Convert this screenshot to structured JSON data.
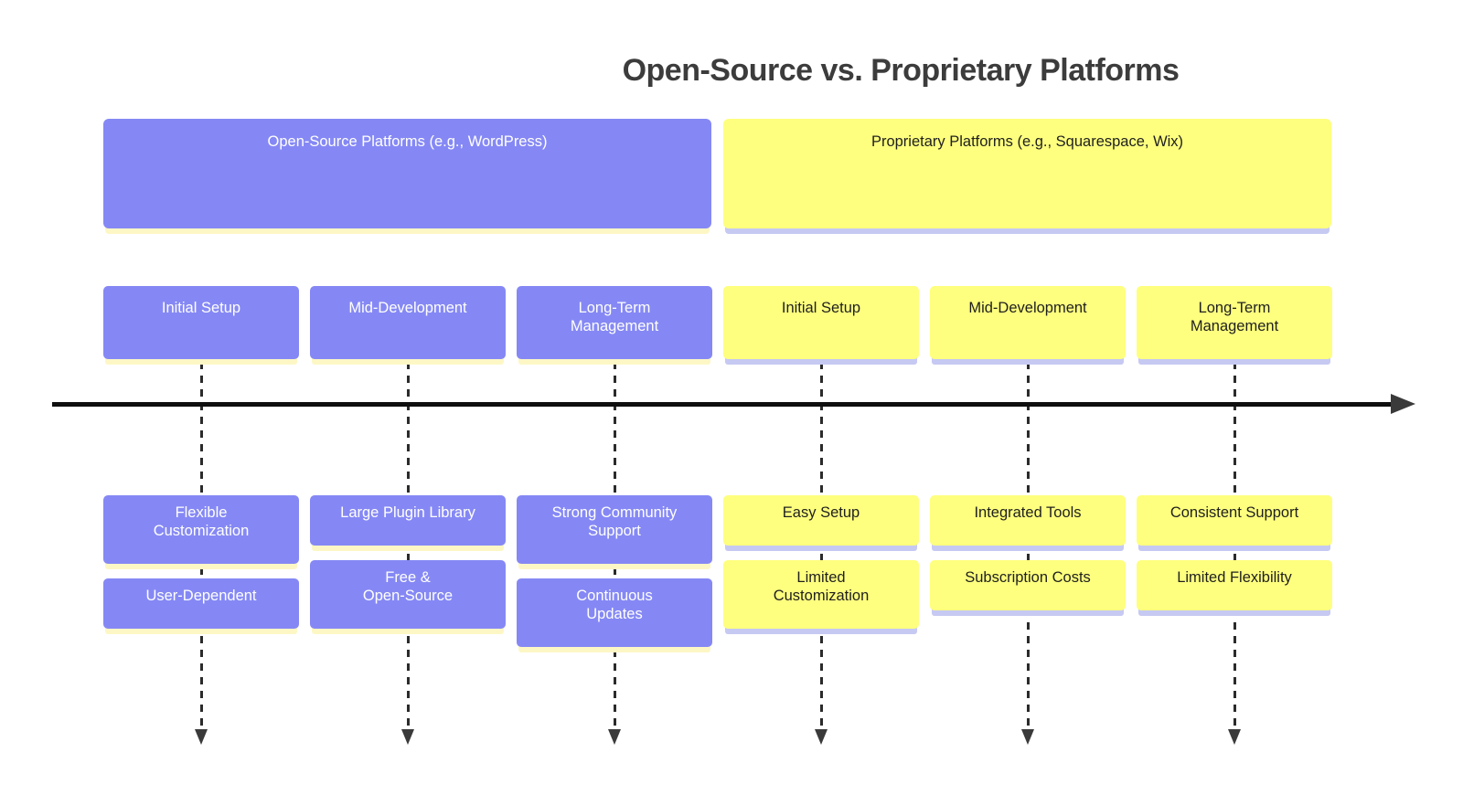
{
  "title": "Open-Source vs. Proprietary Platforms",
  "colors": {
    "open_source_fill": "#8588f4",
    "open_source_text": "#ffffff",
    "open_source_shadow": "#fdf7c6",
    "proprietary_fill": "#feff7e",
    "proprietary_text": "#1f1f1f",
    "proprietary_shadow": "#c6c9f2",
    "axis": "#0f0f0f",
    "title_text": "#3c3c3c"
  },
  "groups": [
    {
      "name": "open-source",
      "header": "Open-Source Platforms (e.g., WordPress)",
      "columns": [
        {
          "phase": "Initial Setup",
          "attributes": [
            "Flexible\nCustomization",
            "User-Dependent"
          ]
        },
        {
          "phase": "Mid-Development",
          "attributes": [
            "Large Plugin Library",
            "Free &\nOpen-Source"
          ]
        },
        {
          "phase": "Long-Term\nManagement",
          "attributes": [
            "Strong Community\nSupport",
            "Continuous\nUpdates"
          ]
        }
      ]
    },
    {
      "name": "proprietary",
      "header": "Proprietary Platforms (e.g., Squarespace, Wix)",
      "columns": [
        {
          "phase": "Initial Setup",
          "attributes": [
            "Easy Setup",
            "Limited\nCustomization"
          ]
        },
        {
          "phase": "Mid-Development",
          "attributes": [
            "Integrated Tools",
            "Subscription Costs"
          ]
        },
        {
          "phase": "Long-Term\nManagement",
          "attributes": [
            "Consistent Support",
            "Limited Flexibility"
          ]
        }
      ]
    }
  ]
}
